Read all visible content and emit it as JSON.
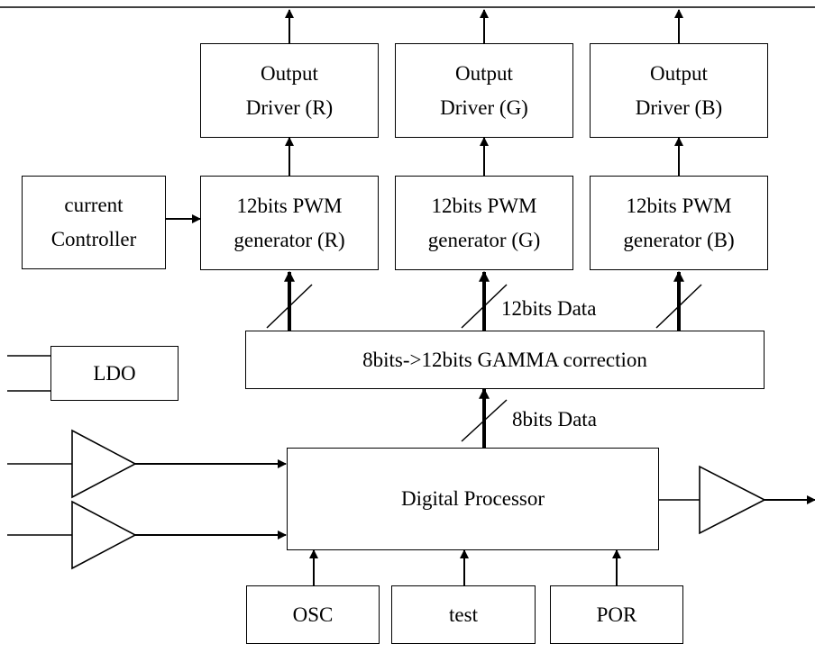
{
  "blocks": {
    "output_r": {
      "line1": "Output",
      "line2": "Driver (R)"
    },
    "output_g": {
      "line1": "Output",
      "line2": "Driver (G)"
    },
    "output_b": {
      "line1": "Output",
      "line2": "Driver (B)"
    },
    "current_controller": {
      "line1": "current",
      "line2": "Controller"
    },
    "pwm_r": {
      "line1": "12bits PWM",
      "line2": "generator (R)"
    },
    "pwm_g": {
      "line1": "12bits PWM",
      "line2": "generator (G)"
    },
    "pwm_b": {
      "line1": "12bits PWM",
      "line2": "generator (B)"
    },
    "gamma": {
      "label": "8bits->12bits GAMMA correction"
    },
    "ldo": {
      "label": "LDO"
    },
    "digital_processor": {
      "label": "Digital Processor"
    },
    "osc": {
      "label": "OSC"
    },
    "test": {
      "label": "test"
    },
    "por": {
      "label": "POR"
    }
  },
  "bus_labels": {
    "pwm_bus": "12bits Data",
    "gamma_bus": "8bits Data"
  }
}
